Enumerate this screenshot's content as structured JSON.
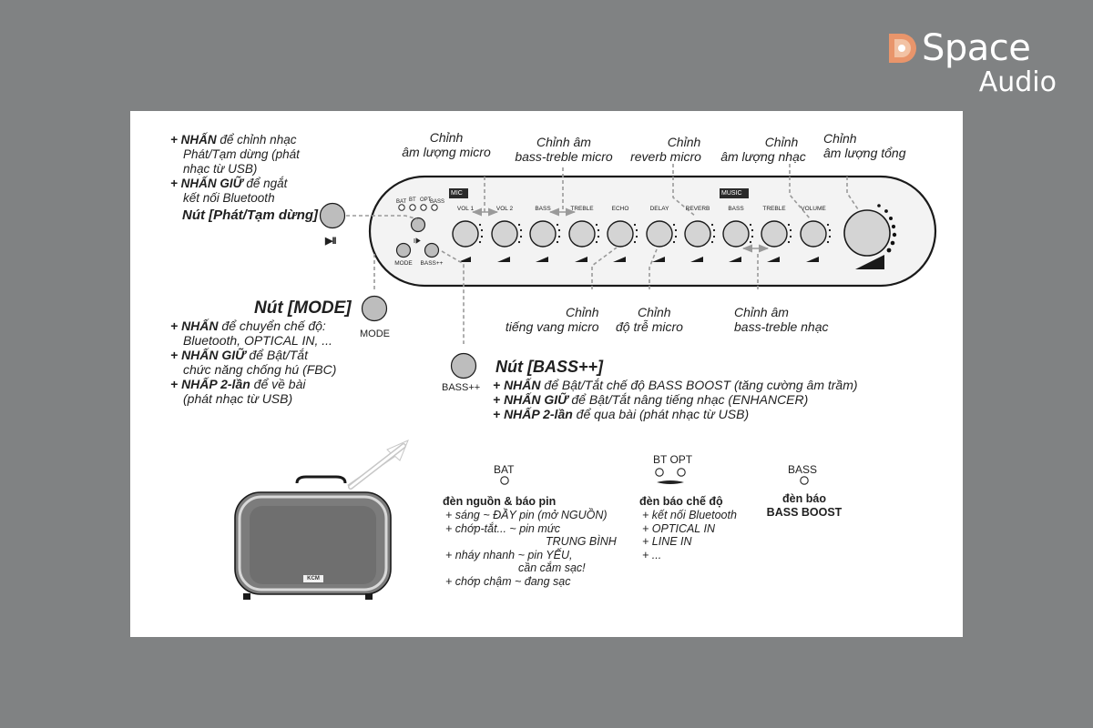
{
  "brand": {
    "name_primary": "Space",
    "name_secondary": "Audio",
    "logo_letter": "D",
    "colors": {
      "logo": "#ffffff",
      "background": "#808283",
      "panel": "#ffffff",
      "line": "#1f1f1f",
      "leader": "#9a9a9a"
    }
  },
  "panel_labels": {
    "mic_tag": "MIC",
    "music_tag": "MUSIC",
    "indicators": [
      "BAT",
      "BT",
      "OPT",
      "BASS"
    ],
    "knobs": [
      "VOL 1",
      "VOL 2",
      "BASS",
      "TREBLE",
      "ECHO",
      "DELAY",
      "REVERB",
      "BASS",
      "TREBLE",
      "VOLUME"
    ],
    "mode_small": "MODE",
    "bass_small": "BASS++"
  },
  "callouts_top": [
    {
      "line1": "Chỉnh",
      "line2": "âm lượng micro"
    },
    {
      "line1": "Chỉnh âm",
      "line2": "bass-treble micro"
    },
    {
      "line1": "Chỉnh",
      "line2": "reverb micro"
    },
    {
      "line1": "Chỉnh",
      "line2": "âm lượng nhạc"
    },
    {
      "line1": "Chỉnh",
      "line2": "âm lượng tổng"
    }
  ],
  "callouts_bottom": [
    {
      "line1": "Chỉnh",
      "line2": "tiếng vang micro"
    },
    {
      "line1": "Chỉnh",
      "line2": "độ trễ micro"
    },
    {
      "line1": "Chỉnh âm",
      "line2": "bass-treble nhạc"
    }
  ],
  "play_pause": {
    "l1_b": "+ NHẤN",
    "l1": " để chỉnh nhạc",
    "l2": "Phát/Tạm dừng (phát",
    "l3": "nhạc từ USB)",
    "l4_b": "+ NHẤN GIỮ",
    "l4": " để ngắt",
    "l5": "kết nối Bluetooth",
    "title": "Nút [Phát/Tạm dừng]",
    "symbol": "▶II"
  },
  "mode_button": {
    "title": "Nút [MODE]",
    "caption": "MODE",
    "l1_b": "+ NHẤN",
    "l1": " để chuyển chế độ:",
    "l2": "Bluetooth, OPTICAL IN, ...",
    "l3_b": "+ NHẤN GIỮ",
    "l3": " để Bật/Tắt",
    "l4": "chức năng chống hú (FBC)",
    "l5_b": "+ NHẤP 2-lần",
    "l5": " để về bài",
    "l6": "(phát nhạc từ USB)"
  },
  "bass_button": {
    "title": "Nút [BASS++]",
    "caption": "BASS++",
    "l1_b": "+ NHẤN",
    "l1": " để Bật/Tắt chế độ BASS BOOST (tăng cường âm trầm)",
    "l2_b": "+ NHẤN GIỮ",
    "l2": " để Bật/Tắt nâng tiếng nhạc (ENHANCER)",
    "l3_b": "+ NHẤP 2-lần",
    "l3": " để qua bài (phát nhạc từ USB)"
  },
  "led_bat": {
    "label": "BAT",
    "title": "đèn nguồn & báo pin",
    "lines": [
      "+ sáng ~ ĐẦY pin (mở NGUỒN)",
      "+ chớp-tắt... ~ pin mức",
      "TRUNG BÌNH",
      "+ nháy nhanh ~ pin YẾU,",
      "cần cắm sạc!",
      "+ chớp chậm ~ đang sạc"
    ]
  },
  "led_mode": {
    "label": "BT OPT",
    "title": "đèn báo chế độ",
    "lines": [
      "+ kết nối Bluetooth",
      "+ OPTICAL IN",
      "+ LINE IN",
      "+ ..."
    ]
  },
  "led_bass": {
    "label": "BASS",
    "title1": "đèn báo",
    "title2": "BASS BOOST"
  },
  "speaker": {
    "badge": "KCM"
  }
}
